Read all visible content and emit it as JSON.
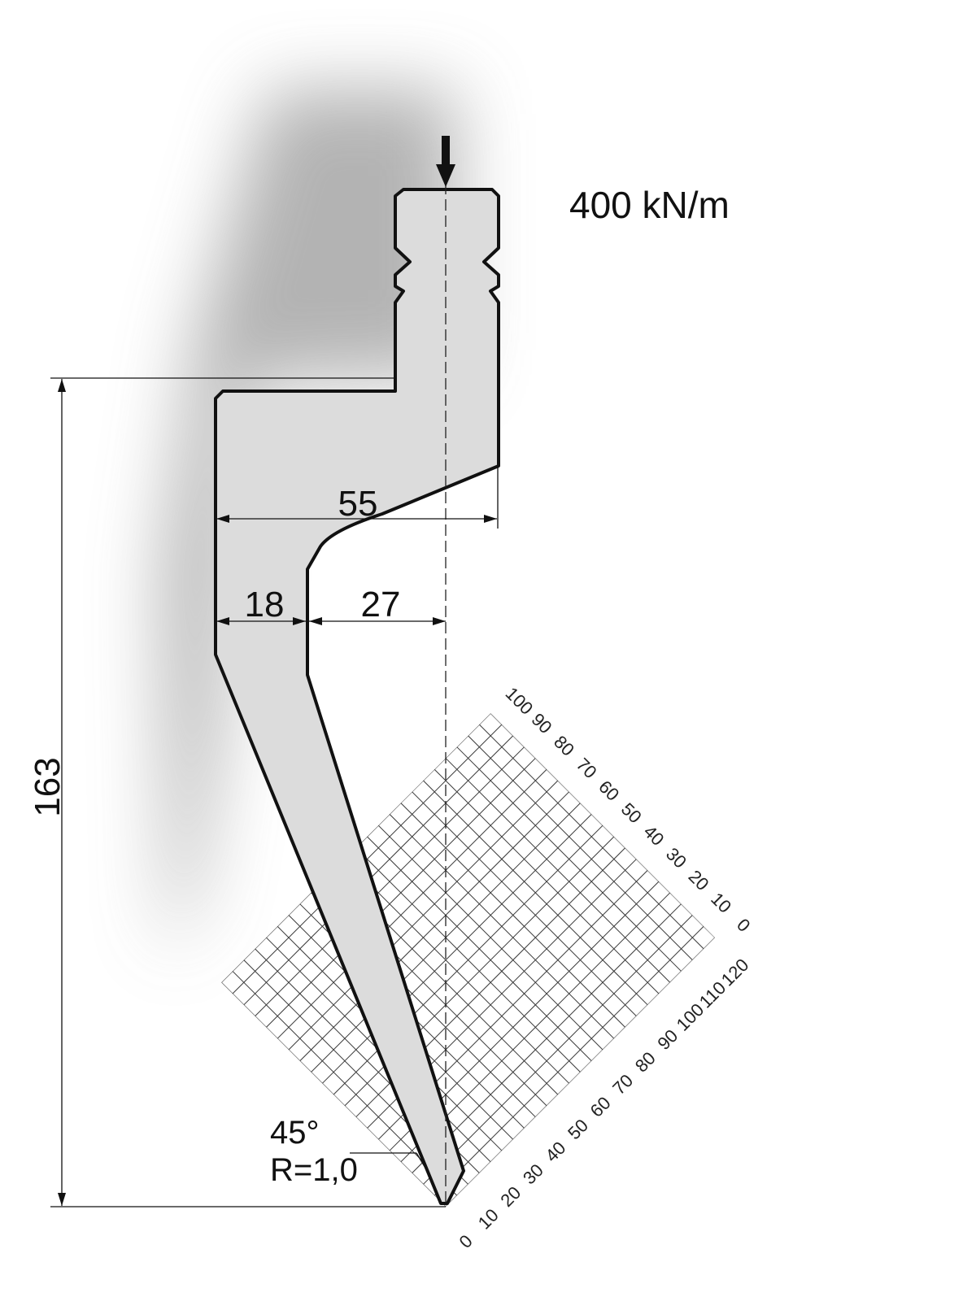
{
  "force": {
    "value": "400 kN/m"
  },
  "dimensions": {
    "height": "163",
    "width_top": "55",
    "width_body": "18",
    "offset": "27",
    "tip_angle": "45°",
    "tip_radius": "R=1,0"
  },
  "grid_scales": {
    "upper_axis": [
      "100",
      "90",
      "80",
      "70",
      "60",
      "50",
      "40",
      "30",
      "20",
      "10",
      "0"
    ],
    "lower_axis": [
      "0",
      "10",
      "20",
      "30",
      "40",
      "50",
      "60",
      "70",
      "80",
      "90",
      "100",
      "110",
      "120"
    ]
  },
  "colors": {
    "tool_fill": "#dcdcdc",
    "outline": "#111111",
    "grid": "#3a3a3a"
  }
}
